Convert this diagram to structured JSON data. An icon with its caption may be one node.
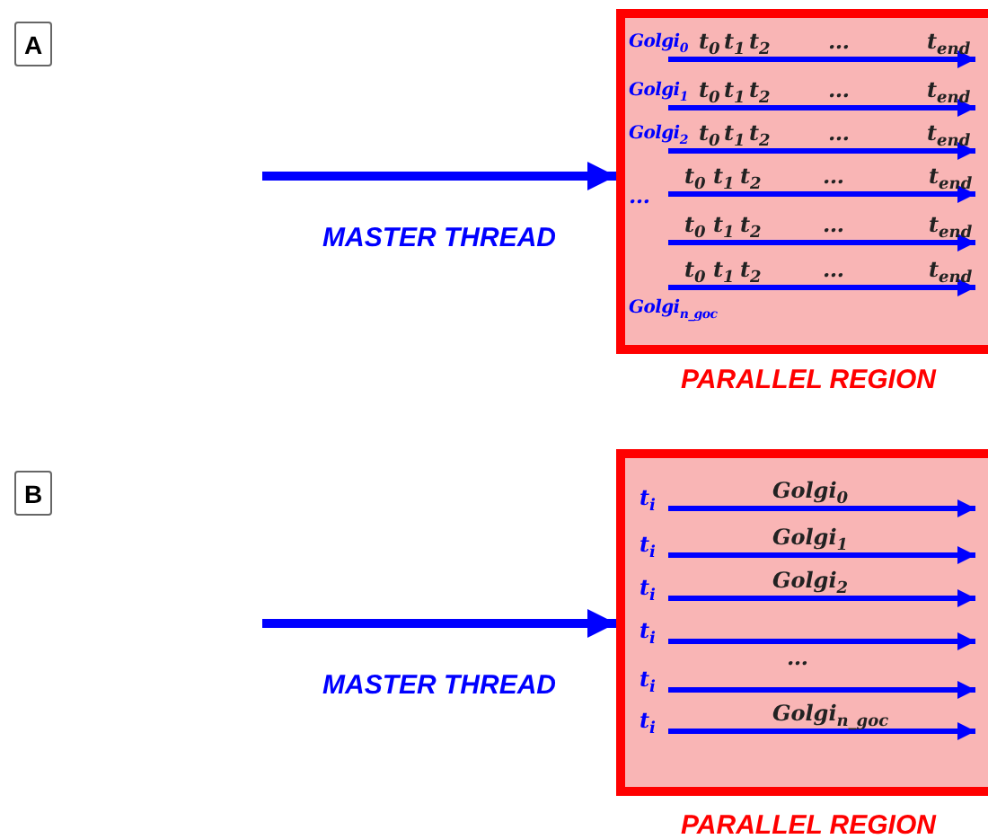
{
  "diagram": {
    "nodes": [
      {
        "text": [
          "A"
        ]
      },
      {
        "text": [
          "PARALLEL REGION"
        ]
      },
      {
        "text": [
          "B"
        ]
      },
      {
        "text": [
          "PARALLEL REGION"
        ]
      }
    ],
    "edges": [
      {
        "from": null,
        "to": 1,
        "arrow": "to",
        "label": "MASTER THREAD"
      },
      {
        "from": null,
        "to": 3,
        "arrow": "to",
        "label": "MASTER THREAD"
      }
    ],
    "labels": [
      "Golgi$_{0}$",
      "t$_{0}$",
      "t$_{1}$",
      "t$_{2}$",
      "…",
      "t$_{end}$",
      "Golgi$_{1}$",
      "t$_{0}$",
      "t$_{1}$",
      "t$_{2}$",
      "…",
      "t$_{end}$",
      "Golgi$_{2}$",
      "t$_{0}$",
      "t$_{1}$",
      "t$_{2}$",
      "…",
      "t$_{end}$",
      "t$_{0}$",
      "t$_{1}$",
      "t$_{2}$",
      "…",
      "t$_{end}$",
      "…",
      "t$_{0}$",
      "t$_{1}$",
      "t$_{2}$",
      "…",
      "t$_{end}$",
      "t$_{0}$",
      "t$_{1}$",
      "t$_{2}$",
      "…",
      "t$_{end}$",
      "Golgi$_{n_goc}$",
      "t$_{i}$",
      "Golgi$_{0}$",
      "t$_{i}$",
      "Golgi$_{1}$",
      "t$_{i}$",
      "Golgi$_{2}$",
      "t$_{i}$",
      "…",
      "t$_{i}$",
      "t$_{i}$",
      "Golgi$_{n_goc}$"
    ]
  }
}
